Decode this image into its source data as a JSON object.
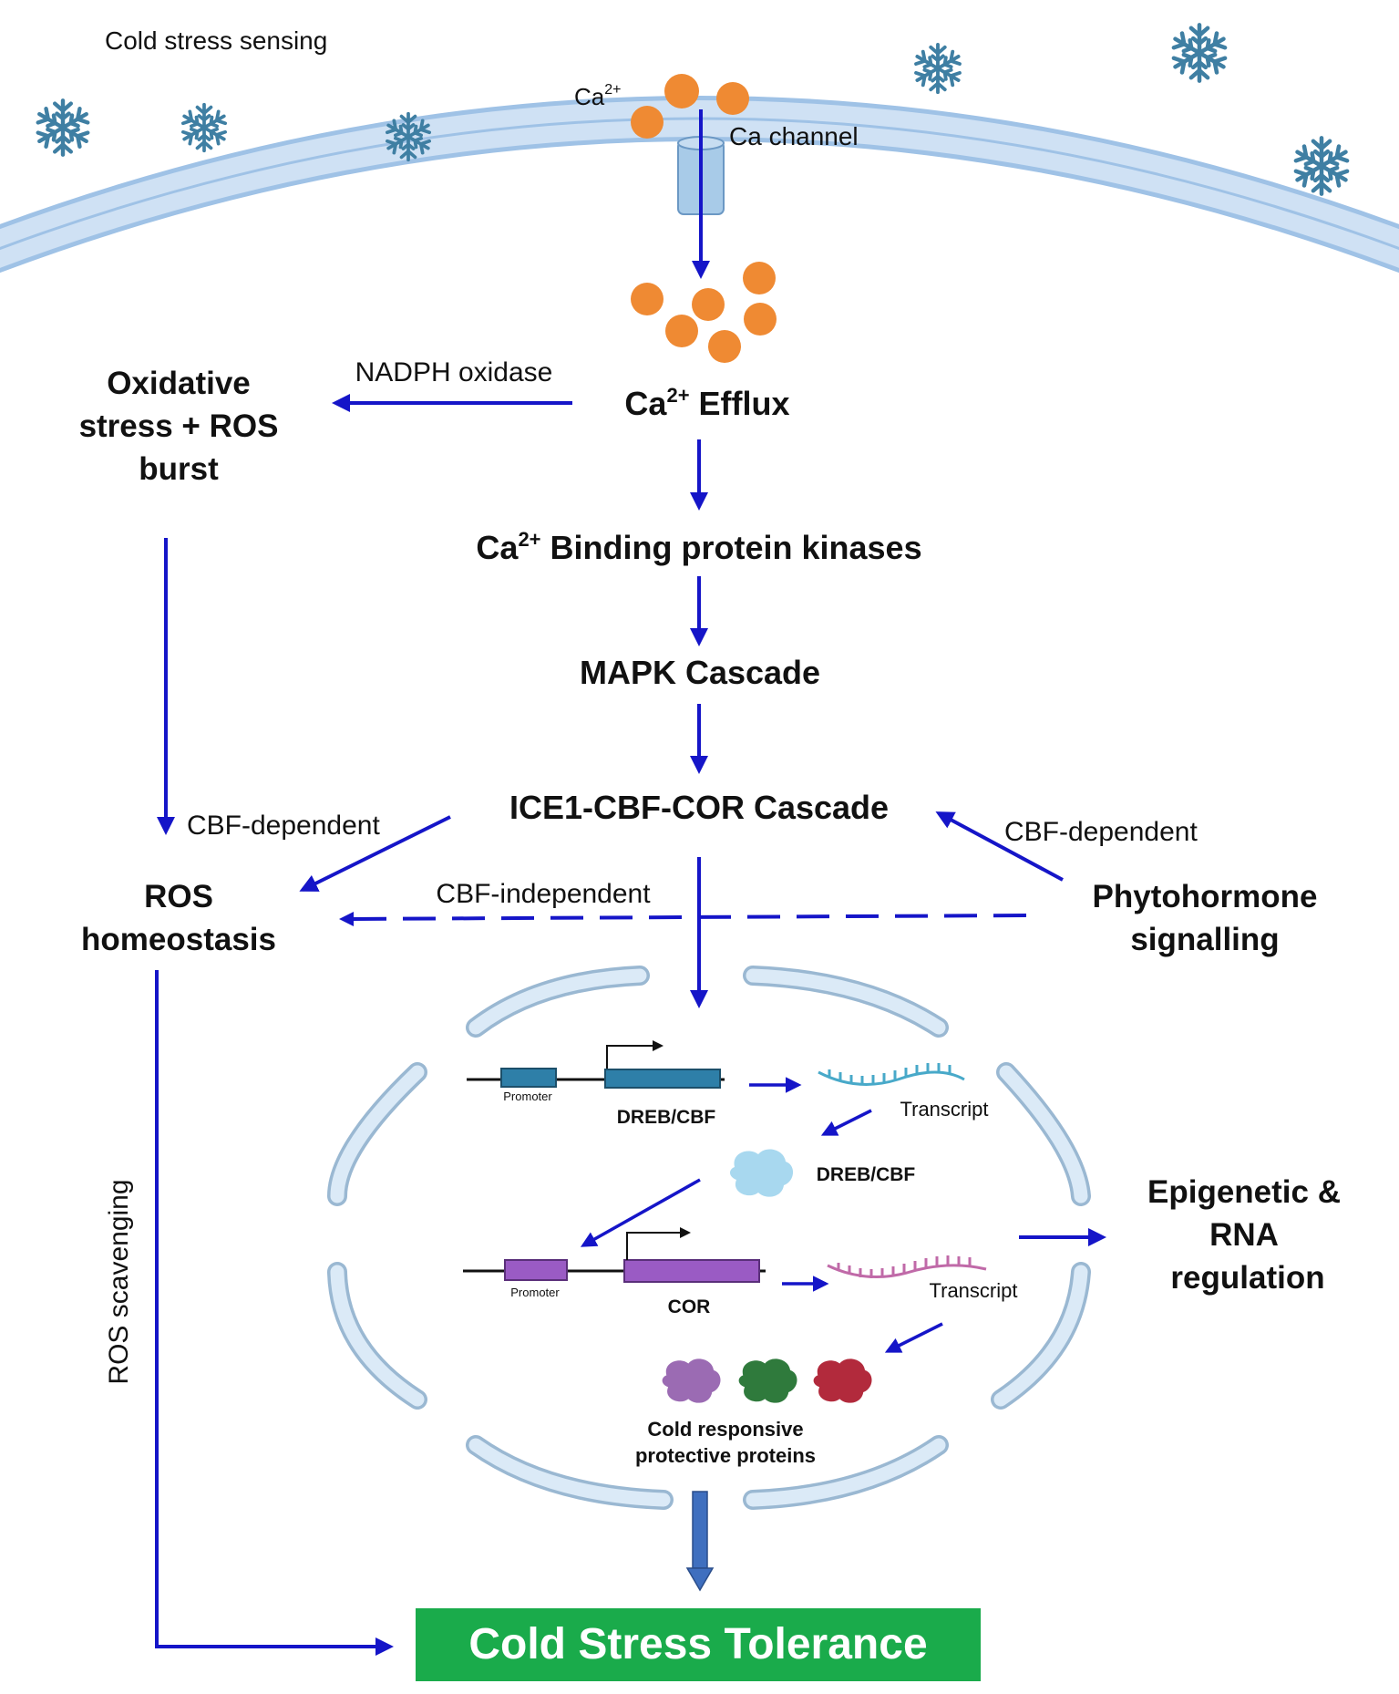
{
  "colors": {
    "arrow": "#1515c8",
    "membrane_fill": "#cfe1f4",
    "membrane_stroke": "#9fc2e6",
    "calcium": "#ef8a33",
    "snowflake": "#3f7fa3",
    "dna_teal": "#2e7fa8",
    "dna_purple": "#9a5bc4",
    "rna_teal": "#48a9c9",
    "rna_purple": "#c06aa8",
    "tolerance_box": "#1aab4b",
    "tolerance_text": "#ffffff",
    "down_block_arrow": "#3f6fbf"
  },
  "labels": {
    "cold_sensing": "Cold stress sensing",
    "ca_ion": "Ca",
    "ca_ion_sup": "2+",
    "ca_channel": "Ca channel",
    "nadph": "NADPH oxidase",
    "efflux_main": "Ca",
    "efflux_sup": "2+",
    "efflux_rest": " Efflux",
    "oxidative_l1": "Oxidative",
    "oxidative_l2": "stress + ROS",
    "oxidative_l3": "burst",
    "binding_main": "Ca",
    "binding_sup": "2+",
    "binding_rest": " Binding protein kinases",
    "mapk": "MAPK Cascade",
    "ice1": "ICE1-CBF-COR Cascade",
    "cbf_dep_left": "CBF-dependent",
    "cbf_dep_right": "CBF-dependent",
    "cbf_indep": "CBF-independent",
    "ros_l1": "ROS",
    "ros_l2": "homeostasis",
    "phyto_l1": "Phytohormone",
    "phyto_l2": "signalling",
    "promoter_1": "Promoter",
    "gene_1": "DREB/CBF",
    "transcript_1": "Transcript",
    "protein_1": "DREB/CBF",
    "promoter_2": "Promoter",
    "gene_2": "COR",
    "transcript_2": "Transcript",
    "epi_l1": "Epigenetic &",
    "epi_l2": "RNA",
    "epi_l3": "regulation",
    "ros_scav": "ROS scavenging",
    "proteins_l1": "Cold responsive",
    "proteins_l2": "protective proteins",
    "tolerance": "Cold Stress Tolerance"
  }
}
